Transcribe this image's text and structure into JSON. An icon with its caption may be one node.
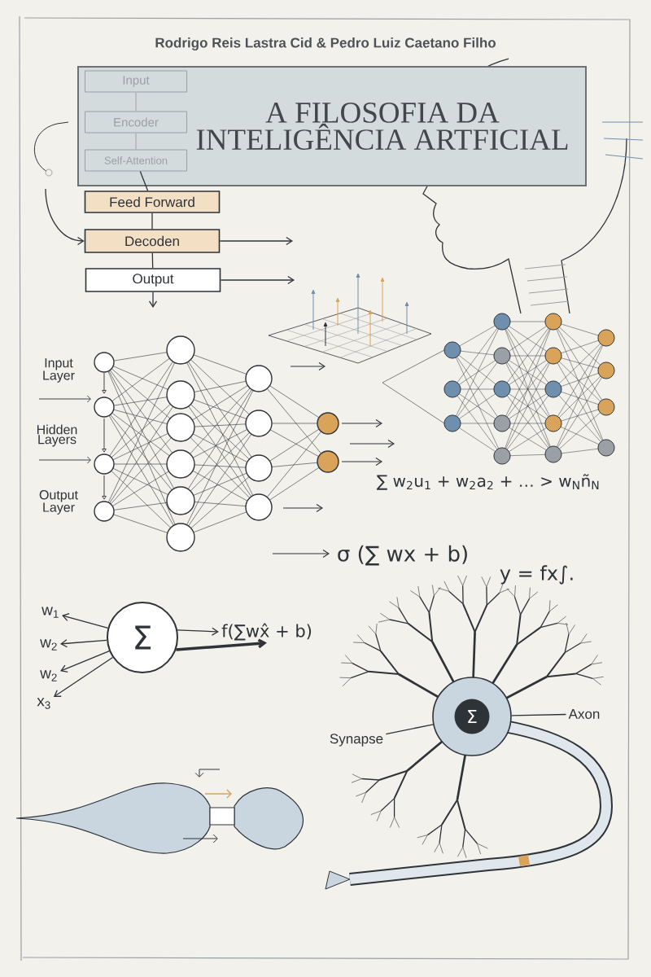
{
  "diagram": {
    "title": "A FILOSOFIA DA INTELIGÊNCIA ARTFICIAL",
    "nodes": [
      {
        "text": [
          "Input"
        ]
      },
      {
        "text": [
          "Encoder"
        ]
      },
      {
        "text": [
          "Self-Attention"
        ]
      },
      {
        "text": [
          "Feed Forward"
        ]
      },
      {
        "text": [
          "Decoden"
        ]
      },
      {
        "text": [
          "Output"
        ]
      },
      {
        "text": [
          "Σ"
        ]
      },
      {
        "text": [
          "w$_{1}$"
        ]
      },
      {
        "text": [
          "w$_{2}$"
        ]
      },
      {
        "text": [
          "w$_{2}$"
        ]
      },
      {
        "text": [
          "x$_{3}$"
        ]
      },
      {
        "text": [
          "f(∑wx̂ + b)"
        ]
      },
      {
        "text": [],
        "shape": "circle"
      },
      {
        "text": [
          "Σ"
        ],
        "in": 12
      },
      {
        "text": [
          "Synapse"
        ]
      },
      {
        "text": [
          "Axon"
        ]
      }
    ],
    "edges": [
      {
        "from": 0,
        "to": 1,
        "arrow": "none",
        "color": "#a9b0b3"
      },
      {
        "from": 1,
        "to": 2,
        "arrow": "none",
        "color": "#a9b0b3"
      },
      {
        "from": 2,
        "to": 3,
        "arrow": "none"
      },
      {
        "from": 3,
        "to": 4,
        "arrow": "none"
      },
      {
        "from": 4,
        "to": 5,
        "arrow": "none"
      },
      {
        "from": 5,
        "to": null,
        "arrow": "to"
      },
      {
        "from": 4,
        "to": null,
        "arrow": "to"
      },
      {
        "from": null,
        "to": 4,
        "arrow": "to"
      },
      {
        "from": 5,
        "to": null,
        "arrow": "to"
      },
      {
        "from": 6,
        "to": 7,
        "arrow": "to"
      },
      {
        "from": 6,
        "to": 8,
        "arrow": "to"
      },
      {
        "from": 6,
        "to": 9,
        "arrow": "to"
      },
      {
        "from": 6,
        "to": 10,
        "arrow": "to"
      },
      {
        "from": 6,
        "to": 11,
        "arrow": "to"
      },
      {
        "from": 6,
        "to": 11,
        "arrow": "to",
        "style": "thick"
      },
      {
        "from": 14,
        "to": 12,
        "arrow": "none"
      },
      {
        "from": 15,
        "to": 12,
        "arrow": "none"
      }
    ],
    "labels": [
      "Rodrigo Reis Lastra Cid & Pedro Luiz Caetano Filho",
      "Input Layer",
      "Hidden Layers",
      "Output Layer",
      "∑ w$_{2}$u$_{1}$ + w$_{2}$a$_{2}$ + … > w$_{N}$ñ$_{N}$",
      "σ (∑ wx + b)",
      "y = fx∫."
    ]
  }
}
